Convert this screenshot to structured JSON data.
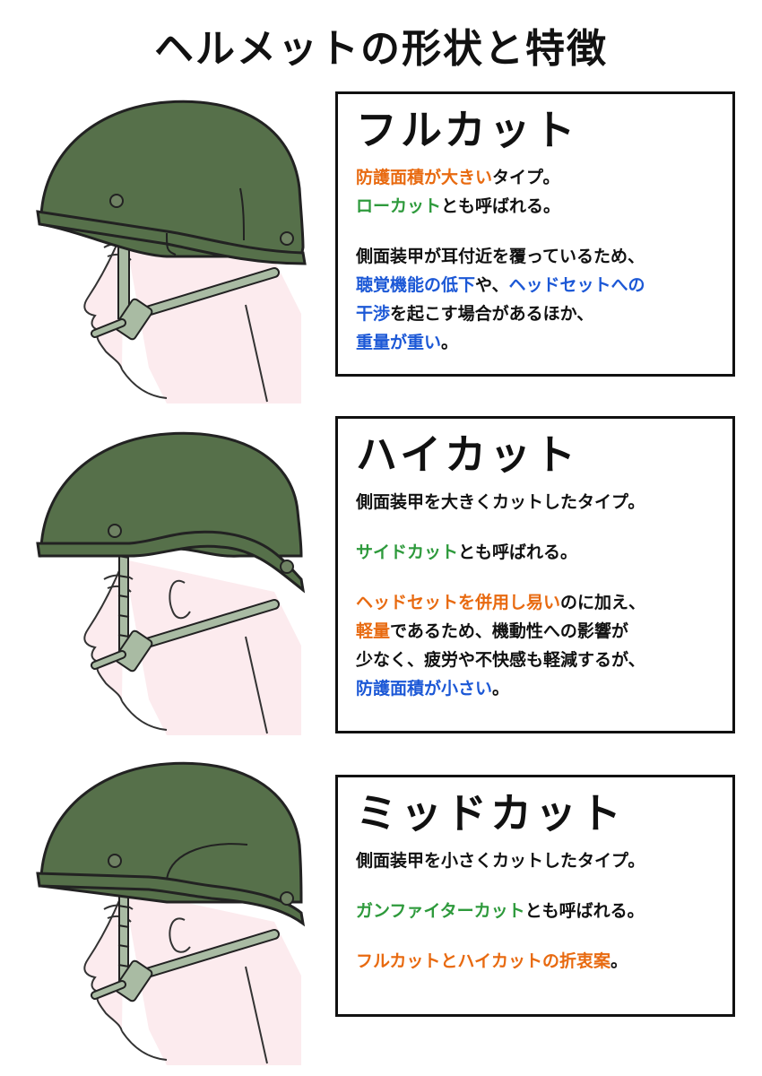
{
  "page": {
    "title": "ヘルメットの形状と特徴"
  },
  "colors": {
    "orange": "#e86a10",
    "green": "#2e9a3c",
    "blue": "#1c58d6",
    "helmet": "#56704a",
    "strap": "#a9bba3"
  },
  "sections": [
    {
      "title": "フルカット",
      "illustration": "full-cut-helmet-illustration",
      "lines": [
        [
          {
            "t": "防護面積が大きい",
            "c": "orange"
          },
          {
            "t": "タイプ。",
            "c": "black"
          }
        ],
        [
          {
            "t": "ローカット",
            "c": "green"
          },
          {
            "t": "とも呼ばれる。",
            "c": "black"
          }
        ],
        [],
        [
          {
            "t": "側面装甲が耳付近を覆っているため、",
            "c": "black"
          }
        ],
        [
          {
            "t": "聴覚機能の低下",
            "c": "blue"
          },
          {
            "t": "や、",
            "c": "black"
          },
          {
            "t": "ヘッドセットへの",
            "c": "blue"
          }
        ],
        [
          {
            "t": "干渉",
            "c": "blue"
          },
          {
            "t": "を起こす場合があるほか、",
            "c": "black"
          }
        ],
        [
          {
            "t": "重量が重い",
            "c": "blue"
          },
          {
            "t": "。",
            "c": "black"
          }
        ]
      ]
    },
    {
      "title": "ハイカット",
      "illustration": "high-cut-helmet-illustration",
      "lines": [
        [
          {
            "t": "側面装甲を大きくカットしたタイプ。",
            "c": "black"
          }
        ],
        [],
        [
          {
            "t": "サイドカット",
            "c": "green"
          },
          {
            "t": "とも呼ばれる。",
            "c": "black"
          }
        ],
        [],
        [
          {
            "t": "ヘッドセットを併用し易い",
            "c": "orange"
          },
          {
            "t": "のに加え、",
            "c": "black"
          }
        ],
        [
          {
            "t": "軽量",
            "c": "orange"
          },
          {
            "t": "であるため、機動性への影響が",
            "c": "black"
          }
        ],
        [
          {
            "t": "少なく、疲労や不快感も軽減するが、",
            "c": "black"
          }
        ],
        [
          {
            "t": "防護面積が小さい",
            "c": "blue"
          },
          {
            "t": "。",
            "c": "black"
          }
        ]
      ]
    },
    {
      "title": "ミッドカット",
      "illustration": "mid-cut-helmet-illustration",
      "lines": [
        [
          {
            "t": "側面装甲を小さくカットしたタイプ。",
            "c": "black"
          }
        ],
        [],
        [
          {
            "t": "ガンファイターカット",
            "c": "green"
          },
          {
            "t": "とも呼ばれる。",
            "c": "black"
          }
        ],
        [],
        [
          {
            "t": "フルカットとハイカットの折衷案",
            "c": "orange"
          },
          {
            "t": "。",
            "c": "black"
          }
        ]
      ]
    }
  ]
}
